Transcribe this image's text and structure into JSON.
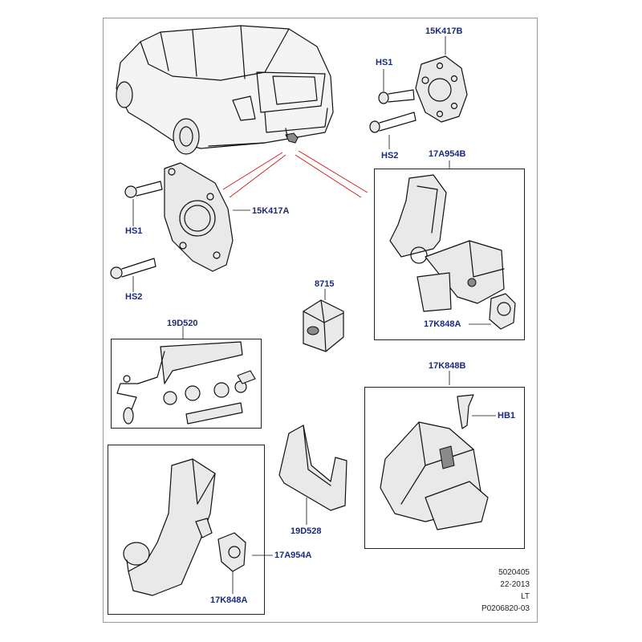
{
  "labels": {
    "p15K417B": "15K417B",
    "hs1_top": "HS1",
    "hs2_top": "HS2",
    "p17A954B": "17A954B",
    "p15K417A": "15K417A",
    "hs1_left": "HS1",
    "hs2_left": "HS2",
    "p8715": "8715",
    "p19D520": "19D520",
    "p17K848A_upper": "17K848A",
    "p17K848B": "17K848B",
    "hb1": "HB1",
    "p19D528": "19D528",
    "p17A954A": "17A954A",
    "p17K848A_lower": "17K848A"
  },
  "meta": {
    "line1": "5020405",
    "line2": "22-2013",
    "line3": "LT",
    "line4": "P0206820-03"
  },
  "colors": {
    "label": "#1a2a7a",
    "callout_lines": "#d21a1a",
    "border": "#9a9a9a"
  }
}
